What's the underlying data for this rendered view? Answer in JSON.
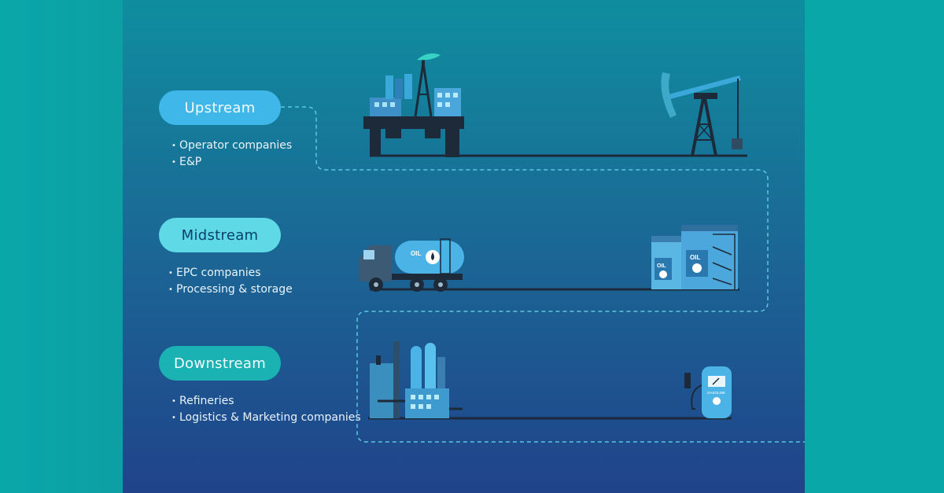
{
  "stages": [
    {
      "label": "Upstream",
      "items": [
        "Operator companies",
        "E&P"
      ]
    },
    {
      "label": "Midstream",
      "items": [
        "EPC companies",
        "Processing & storage"
      ]
    },
    {
      "label": "Downstream",
      "items": [
        "Refineries",
        "Logistics & Marketing companies"
      ]
    }
  ],
  "illustrations": {
    "upstream": [
      "offshore-platform",
      "pump-jack"
    ],
    "midstream": [
      "oil-tanker-truck",
      "oil-storage-tanks"
    ],
    "downstream": [
      "refinery",
      "gas-station-pump"
    ]
  },
  "labels": {
    "truck_oil": "OIL",
    "tank_oil_1": "OIL",
    "tank_oil_2": "OIL",
    "pump": "GASOLINE"
  },
  "colors": {
    "side_teal": "#0aa7a9",
    "panel_top": "#0f8e9f",
    "panel_bottom": "#20438a",
    "upstream_pill": "#3fb7e8",
    "midstream_pill": "#5fd9e6",
    "downstream_pill": "#1bb2b3",
    "dark_structure": "#1c2a3a",
    "light_blue": "#4fc3f7"
  }
}
